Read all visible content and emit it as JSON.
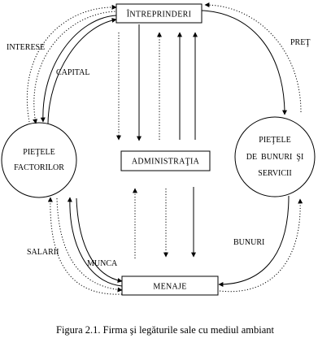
{
  "nodes": {
    "intreprinderi": "ÎNTREPRINDERI",
    "administratia": "ADMINISTRAŢIA",
    "menaje": "MENAJE",
    "pietele_factorilor": [
      "PIEŢELE",
      "FACTORILOR"
    ],
    "pietele_bunuri": [
      "PIEŢELE",
      "DE  BUNURI  ŞI",
      "SERVICII"
    ]
  },
  "flows": {
    "interese": "INTERESE",
    "capital": "CAPITAL",
    "pret": "PREŢ",
    "bunuri": "BUNURI",
    "salarii": "SALARII",
    "munca": "MUNCA"
  },
  "caption": "Figura 2.1. Firma şi legăturile sale cu mediul ambiant"
}
